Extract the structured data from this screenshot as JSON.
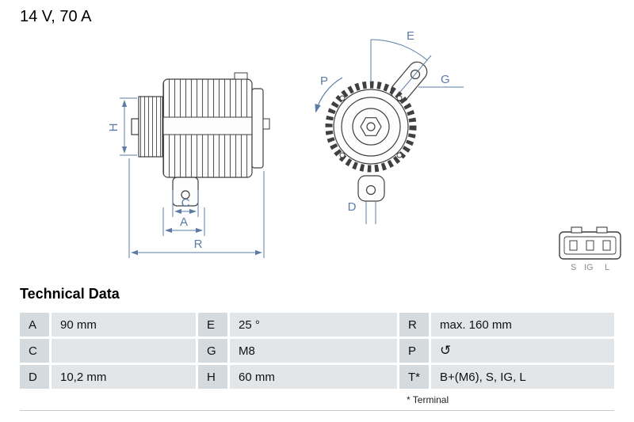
{
  "title": "14 V, 70 A",
  "section": {
    "title": "Technical Data",
    "footnote": "* Terminal"
  },
  "diagram": {
    "labels": {
      "H": "H",
      "C": "C",
      "A": "A",
      "R": "R",
      "E": "E",
      "P": "P",
      "G": "G",
      "D": "D"
    },
    "connector": {
      "pins": [
        "S",
        "IG",
        "L"
      ]
    }
  },
  "icons": {
    "rotation_direction": "↺"
  },
  "colors": {
    "dimension_blue": "#5c7ca6",
    "outline_gray": "#3f3f3f",
    "table_label_bg": "#d4dade",
    "table_value_bg": "#e3e6e8"
  },
  "table": {
    "rows": [
      {
        "c1": {
          "label": "A",
          "value": "90 mm"
        },
        "c2": {
          "label": "E",
          "value": "25 °"
        },
        "c3": {
          "label": "R",
          "value": "max. 160 mm"
        }
      },
      {
        "c1": {
          "label": "C",
          "value": ""
        },
        "c2": {
          "label": "G",
          "value": "M8"
        },
        "c3": {
          "label": "P",
          "value": ""
        }
      },
      {
        "c1": {
          "label": "D",
          "value": "10,2 mm"
        },
        "c2": {
          "label": "H",
          "value": "60 mm"
        },
        "c3": {
          "label": "T*",
          "value": "B+(M6), S, IG, L"
        }
      }
    ]
  }
}
